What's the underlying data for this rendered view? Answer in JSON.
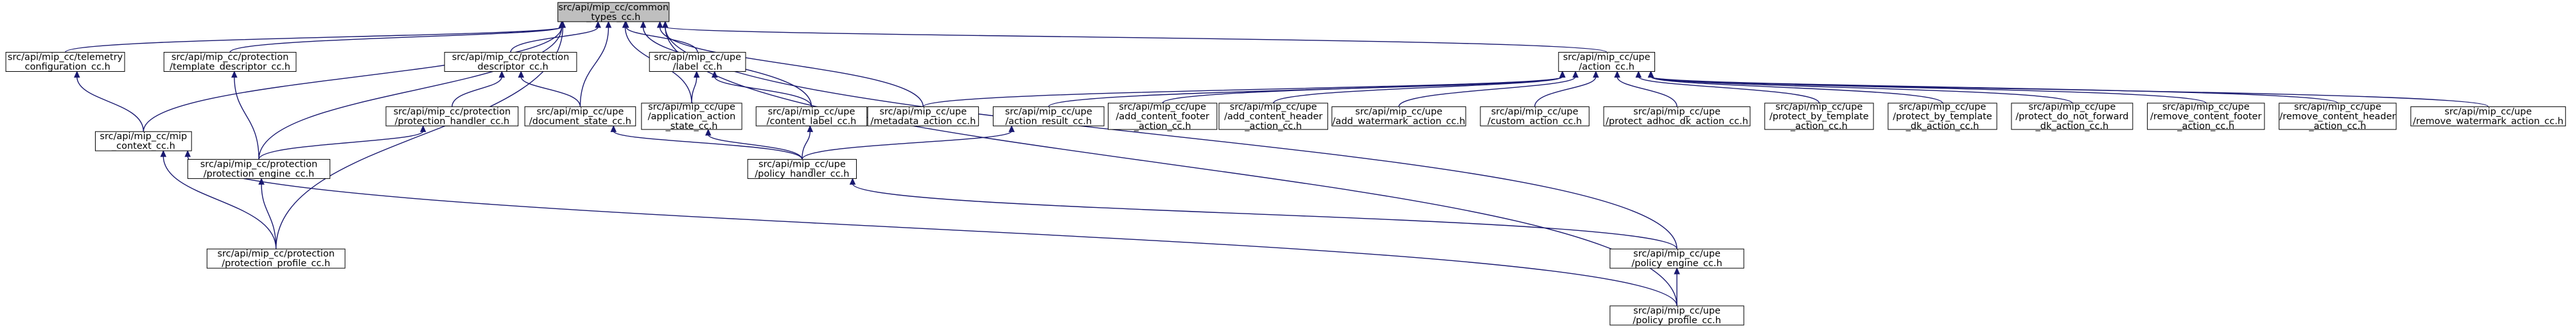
{
  "diagram": {
    "kind": "include-dependency-graph",
    "colors": {
      "edge": "#191970",
      "root_fill": "#bfbfbf",
      "node_fill": "#ffffff",
      "border": "#000000"
    },
    "nodes": [
      {
        "id": "common",
        "lines": [
          "src/api/mip_cc/common",
          "_types_cc.h"
        ],
        "root": true
      },
      {
        "id": "telemetry",
        "lines": [
          "src/api/mip_cc/telemetry",
          "_configuration_cc.h"
        ]
      },
      {
        "id": "template_desc",
        "lines": [
          "src/api/mip_cc/protection",
          "/template_descriptor_cc.h"
        ]
      },
      {
        "id": "prot_desc",
        "lines": [
          "src/api/mip_cc/protection",
          "_descriptor_cc.h"
        ]
      },
      {
        "id": "upe_label",
        "lines": [
          "src/api/mip_cc/upe",
          "/label_cc.h"
        ]
      },
      {
        "id": "action",
        "lines": [
          "src/api/mip_cc/upe",
          "/action_cc.h"
        ]
      },
      {
        "id": "mip_context",
        "lines": [
          "src/api/mip_cc/mip",
          "_context_cc.h"
        ]
      },
      {
        "id": "prot_handler",
        "lines": [
          "src/api/mip_cc/protection",
          "/protection_handler_cc.h"
        ]
      },
      {
        "id": "doc_state",
        "lines": [
          "src/api/mip_cc/upe",
          "/document_state_cc.h"
        ]
      },
      {
        "id": "app_action_state",
        "lines": [
          "src/api/mip_cc/upe",
          "/application_action",
          "_state_cc.h"
        ]
      },
      {
        "id": "content_label",
        "lines": [
          "src/api/mip_cc/upe",
          "/content_label_cc.h"
        ]
      },
      {
        "id": "metadata_action",
        "lines": [
          "src/api/mip_cc/upe",
          "/metadata_action_cc.h"
        ]
      },
      {
        "id": "action_result",
        "lines": [
          "src/api/mip_cc/upe",
          "/action_result_cc.h"
        ]
      },
      {
        "id": "add_footer",
        "lines": [
          "src/api/mip_cc/upe",
          "/add_content_footer",
          "_action_cc.h"
        ]
      },
      {
        "id": "add_header",
        "lines": [
          "src/api/mip_cc/upe",
          "/add_content_header",
          "_action_cc.h"
        ]
      },
      {
        "id": "add_watermark",
        "lines": [
          "src/api/mip_cc/upe",
          "/add_watermark_action_cc.h"
        ]
      },
      {
        "id": "custom_action",
        "lines": [
          "src/api/mip_cc/upe",
          "/custom_action_cc.h"
        ]
      },
      {
        "id": "protect_adhoc",
        "lines": [
          "src/api/mip_cc/upe",
          "/protect_adhoc_dk_action_cc.h"
        ]
      },
      {
        "id": "protect_template",
        "lines": [
          "src/api/mip_cc/upe",
          "/protect_by_template",
          "_action_cc.h"
        ]
      },
      {
        "id": "protect_template_dk",
        "lines": [
          "src/api/mip_cc/upe",
          "/protect_by_template",
          "_dk_action_cc.h"
        ]
      },
      {
        "id": "protect_dnf",
        "lines": [
          "src/api/mip_cc/upe",
          "/protect_do_not_forward",
          "_dk_action_cc.h"
        ]
      },
      {
        "id": "remove_footer",
        "lines": [
          "src/api/mip_cc/upe",
          "/remove_content_footer",
          "_action_cc.h"
        ]
      },
      {
        "id": "remove_header",
        "lines": [
          "src/api/mip_cc/upe",
          "/remove_content_header",
          "_action_cc.h"
        ]
      },
      {
        "id": "remove_watermark",
        "lines": [
          "src/api/mip_cc/upe",
          "/remove_watermark_action_cc.h"
        ]
      },
      {
        "id": "prot_engine",
        "lines": [
          "src/api/mip_cc/protection",
          "/protection_engine_cc.h"
        ]
      },
      {
        "id": "policy_handler",
        "lines": [
          "src/api/mip_cc/upe",
          "/policy_handler_cc.h"
        ]
      },
      {
        "id": "prot_profile",
        "lines": [
          "src/api/mip_cc/protection",
          "/protection_profile_cc.h"
        ]
      },
      {
        "id": "policy_engine",
        "lines": [
          "src/api/mip_cc/upe",
          "/policy_engine_cc.h"
        ]
      },
      {
        "id": "policy_profile",
        "lines": [
          "src/api/mip_cc/upe",
          "/policy_profile_cc.h"
        ]
      }
    ],
    "edges": [
      {
        "from": "telemetry",
        "to": "common"
      },
      {
        "from": "template_desc",
        "to": "common"
      },
      {
        "from": "prot_desc",
        "to": "common"
      },
      {
        "from": "upe_label",
        "to": "common"
      },
      {
        "from": "action",
        "to": "common"
      },
      {
        "from": "mip_context",
        "to": "common"
      },
      {
        "from": "doc_state",
        "to": "common"
      },
      {
        "from": "app_action_state",
        "to": "common"
      },
      {
        "from": "content_label",
        "to": "common"
      },
      {
        "from": "metadata_action",
        "to": "common"
      },
      {
        "from": "prot_engine",
        "to": "common"
      },
      {
        "from": "prot_profile",
        "to": "common"
      },
      {
        "from": "policy_engine",
        "to": "common"
      },
      {
        "from": "policy_profile",
        "to": "common"
      },
      {
        "from": "mip_context",
        "to": "telemetry"
      },
      {
        "from": "prot_engine",
        "to": "template_desc"
      },
      {
        "from": "prot_handler",
        "to": "prot_desc"
      },
      {
        "from": "doc_state",
        "to": "prot_desc"
      },
      {
        "from": "app_action_state",
        "to": "upe_label"
      },
      {
        "from": "content_label",
        "to": "upe_label"
      },
      {
        "from": "metadata_action",
        "to": "action"
      },
      {
        "from": "action_result",
        "to": "action"
      },
      {
        "from": "add_footer",
        "to": "action"
      },
      {
        "from": "add_header",
        "to": "action"
      },
      {
        "from": "add_watermark",
        "to": "action"
      },
      {
        "from": "custom_action",
        "to": "action"
      },
      {
        "from": "protect_adhoc",
        "to": "action"
      },
      {
        "from": "protect_template",
        "to": "action"
      },
      {
        "from": "protect_template_dk",
        "to": "action"
      },
      {
        "from": "protect_dnf",
        "to": "action"
      },
      {
        "from": "remove_footer",
        "to": "action"
      },
      {
        "from": "remove_header",
        "to": "action"
      },
      {
        "from": "remove_watermark",
        "to": "action"
      },
      {
        "from": "prot_engine",
        "to": "prot_handler"
      },
      {
        "from": "prot_profile",
        "to": "mip_context"
      },
      {
        "from": "policy_profile",
        "to": "mip_context"
      },
      {
        "from": "prot_profile",
        "to": "prot_engine"
      },
      {
        "from": "policy_handler",
        "to": "doc_state"
      },
      {
        "from": "policy_handler",
        "to": "app_action_state"
      },
      {
        "from": "policy_handler",
        "to": "content_label"
      },
      {
        "from": "policy_handler",
        "to": "action_result"
      },
      {
        "from": "policy_engine",
        "to": "policy_handler"
      },
      {
        "from": "policy_profile",
        "to": "policy_engine"
      }
    ]
  }
}
